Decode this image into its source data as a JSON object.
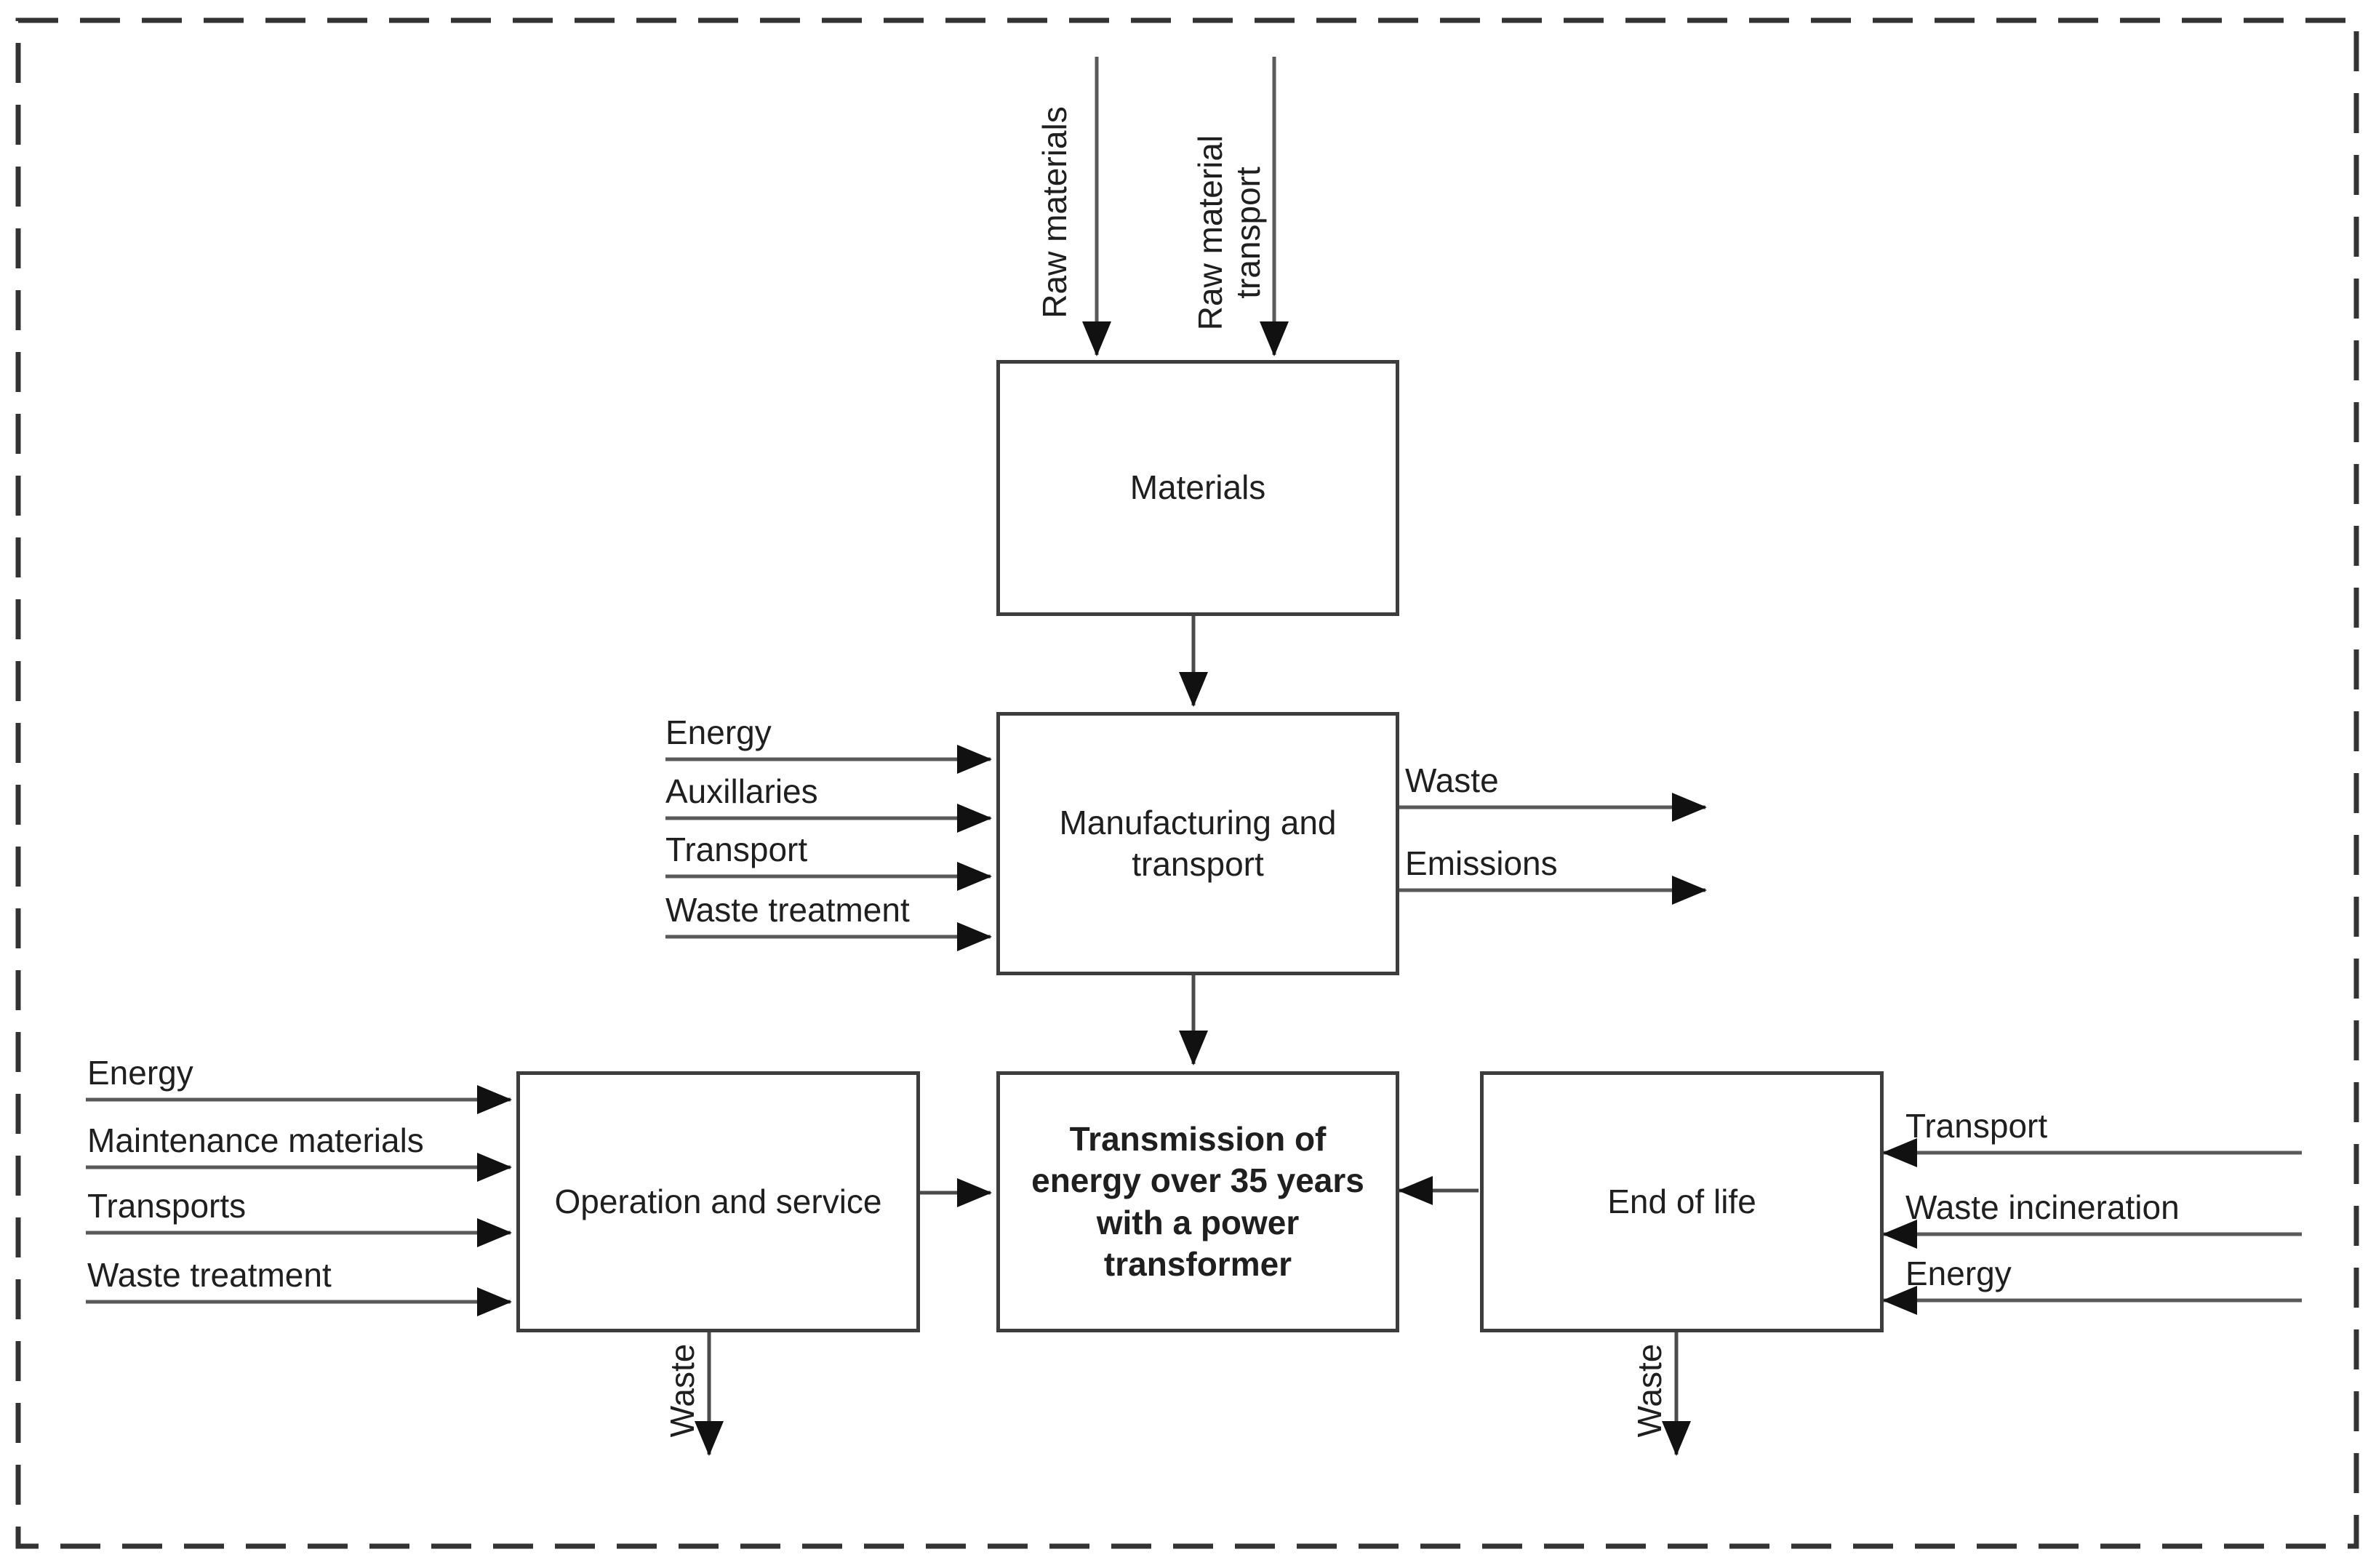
{
  "boxes": {
    "materials": "Materials",
    "manufacturing": "Manufacturing and transport",
    "transmission": "Transmission of energy over 35 years with a power transformer",
    "operation": "Operation and service",
    "end_of_life": "End of life"
  },
  "flows": {
    "raw_inputs": [
      "Raw materials",
      "Raw material transport"
    ],
    "manufacturing_inputs": [
      "Energy",
      "Auxillaries",
      "Transport",
      "Waste treatment"
    ],
    "manufacturing_outputs": [
      "Waste",
      "Emissions"
    ],
    "operation_inputs": [
      "Energy",
      "Maintenance materials",
      "Transports",
      "Waste treatment"
    ],
    "end_of_life_inputs": [
      "Transport",
      "Waste incineration",
      "Energy"
    ],
    "operation_output": "Waste",
    "end_of_life_output": "Waste"
  },
  "colors": {
    "background": "#ffffff",
    "box_border": "#3d3d3d",
    "flow_line": "#595959",
    "arrowhead": "#111111",
    "text": "#1f1f1f",
    "frame_dash": "#333333"
  }
}
